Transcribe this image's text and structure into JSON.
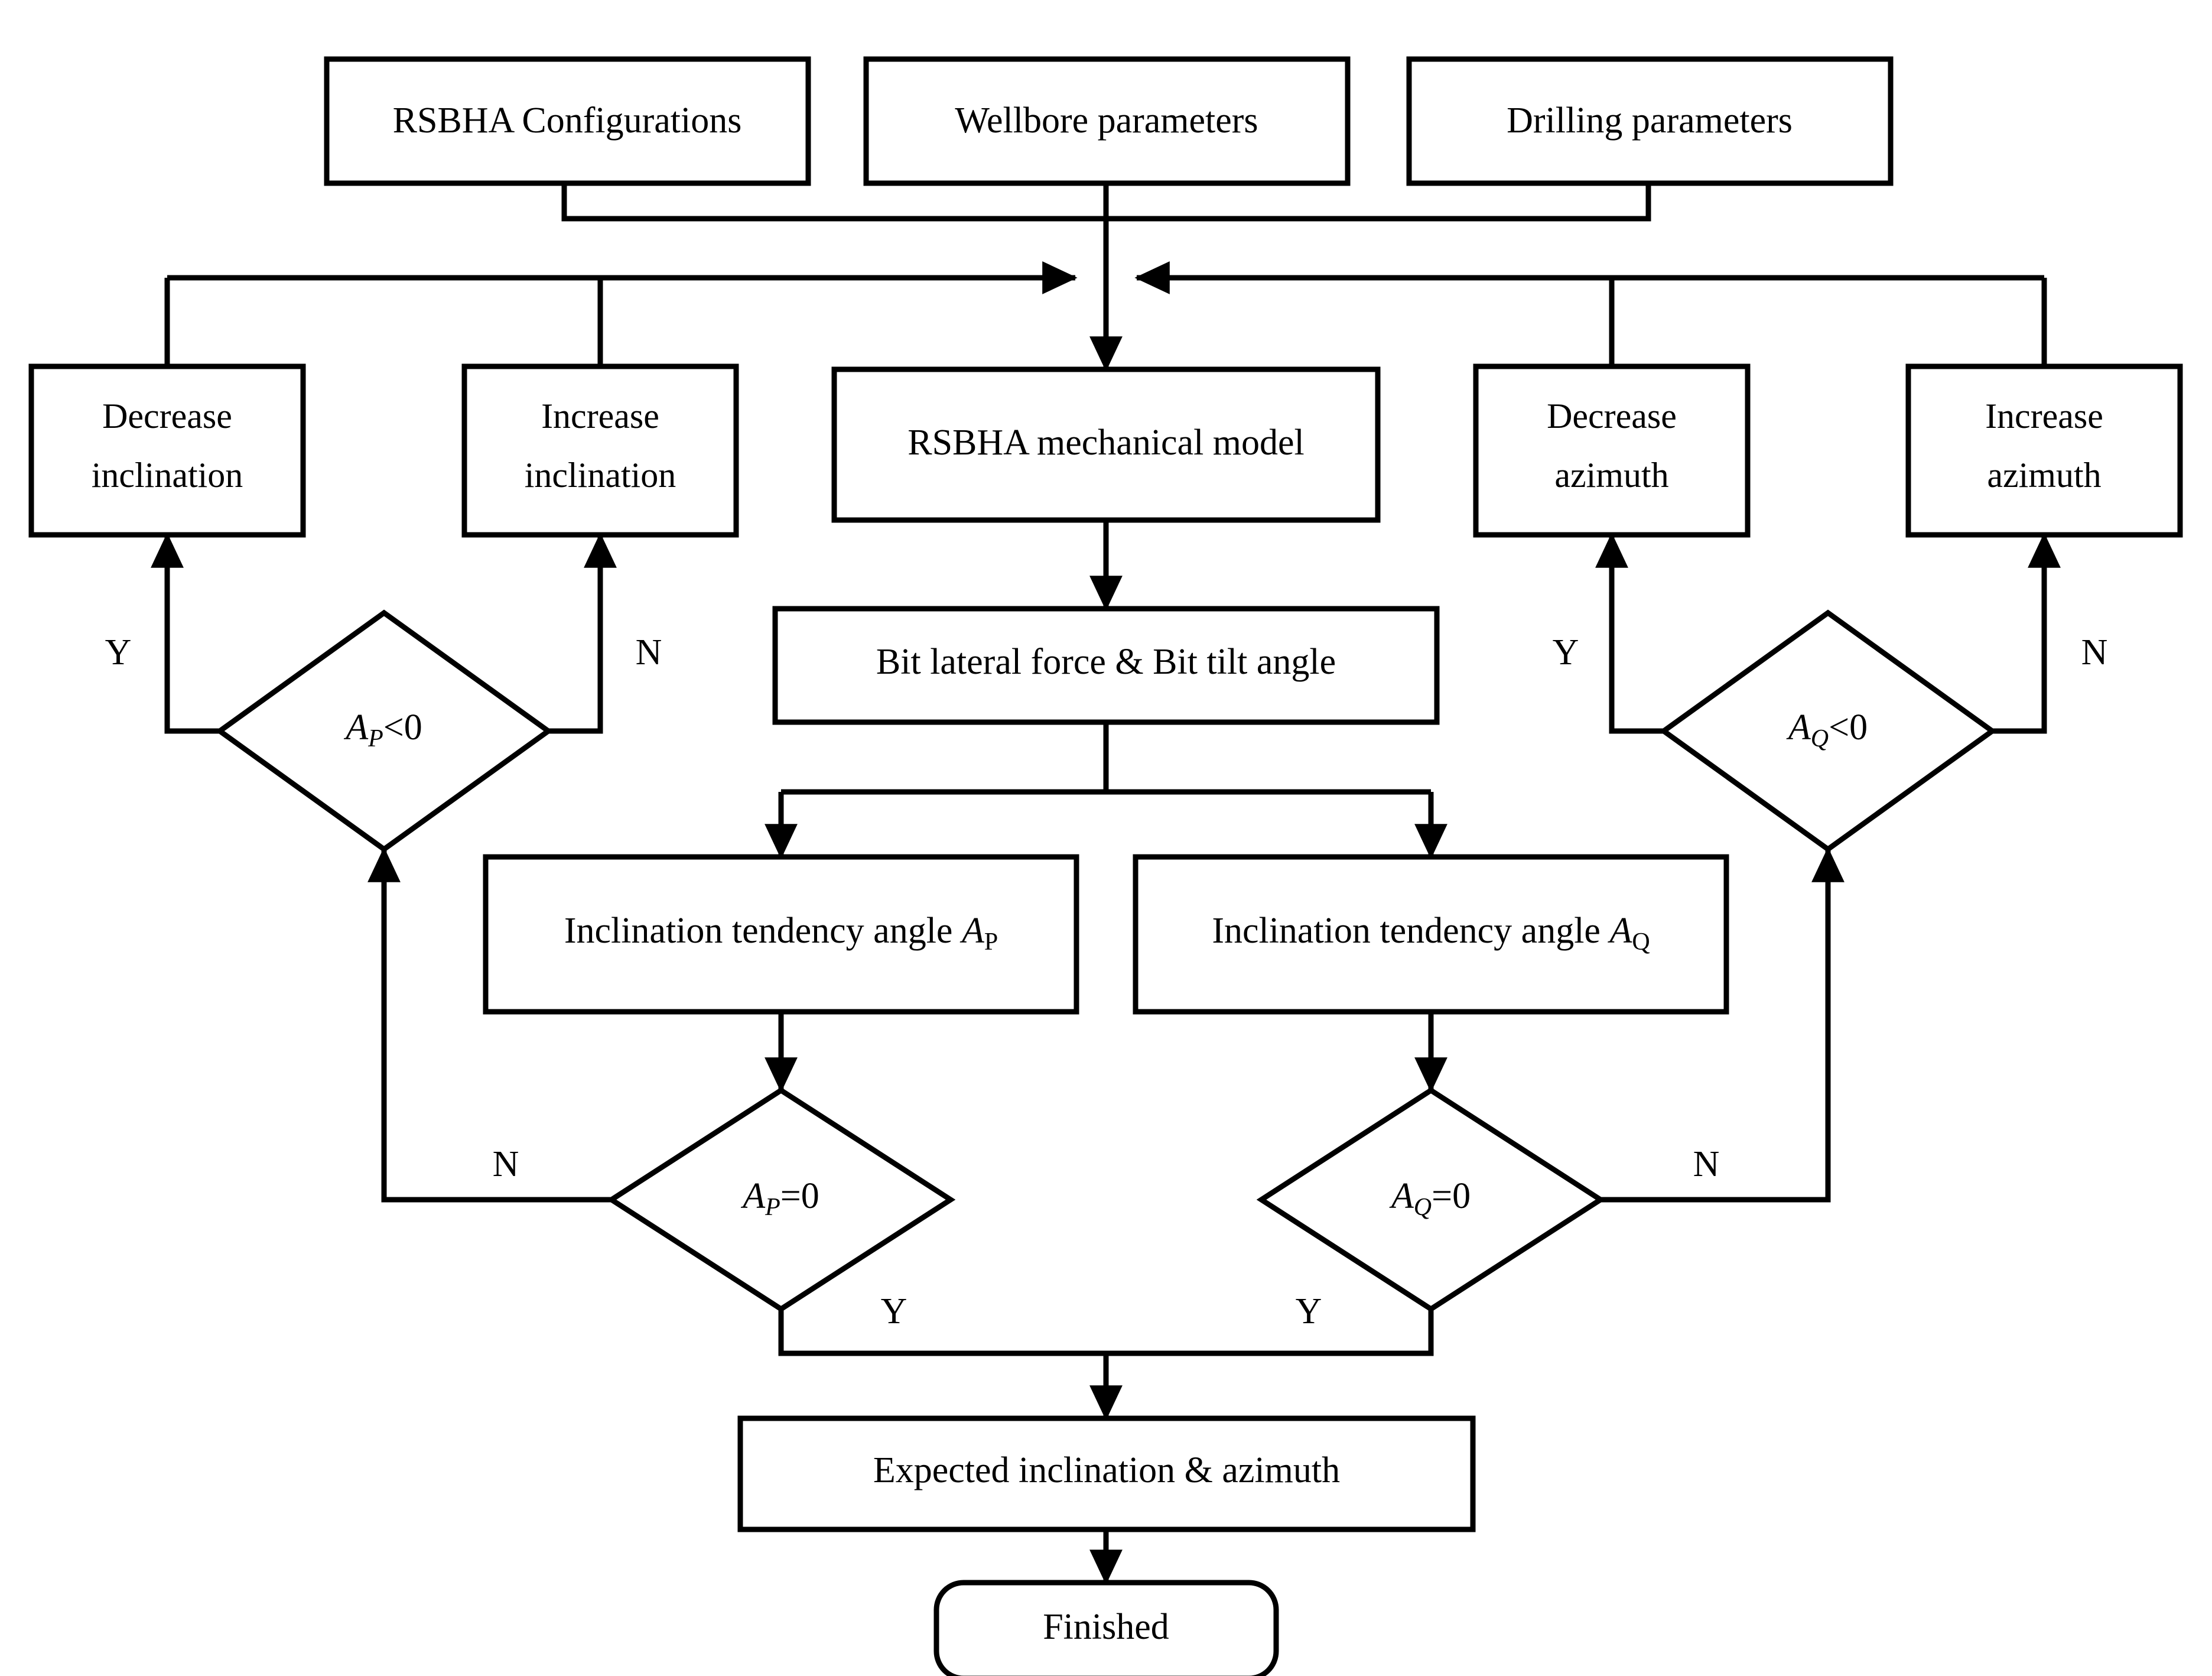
{
  "diagram": {
    "type": "flowchart",
    "title": "RSBHA inclination and azimuth prediction flowchart",
    "stroke_color": "#000000",
    "fill_color": "#ffffff",
    "background": "#ffffff",
    "nodes": {
      "rsbha_configurations": {
        "label": "RSBHA Configurations",
        "shape": "rect"
      },
      "wellbore_parameters": {
        "label": "Wellbore parameters",
        "shape": "rect"
      },
      "drilling_parameters": {
        "label": "Drilling parameters",
        "shape": "rect"
      },
      "decrease_inclination": {
        "line1": "Decrease",
        "line2": "inclination",
        "shape": "rect"
      },
      "increase_inclination": {
        "line1": "Increase",
        "line2": "inclination",
        "shape": "rect"
      },
      "decrease_azimuth": {
        "line1": "Decrease",
        "line2": "azimuth",
        "shape": "rect"
      },
      "increase_azimuth": {
        "line1": "Increase",
        "line2": "azimuth",
        "shape": "rect"
      },
      "mechanical_model": {
        "label": "RSBHA mechanical model",
        "shape": "rect"
      },
      "bit_force_tilt": {
        "label": "Bit lateral force & Bit tilt angle",
        "shape": "rect"
      },
      "tendency_p": {
        "label": "Inclination tendency angle",
        "symbol": "A",
        "subscript": "P",
        "shape": "rect"
      },
      "tendency_q": {
        "label": "Inclination tendency angle",
        "symbol": "A",
        "subscript": "Q",
        "shape": "rect"
      },
      "decision_p_lt0": {
        "symbol": "A",
        "subscript": "P",
        "operator": "<0",
        "shape": "diamond"
      },
      "decision_q_lt0": {
        "symbol": "A",
        "subscript": "Q",
        "operator": "<0",
        "shape": "diamond"
      },
      "decision_p_eq0": {
        "symbol": "A",
        "subscript": "P",
        "operator": "=0",
        "shape": "diamond"
      },
      "decision_q_eq0": {
        "symbol": "A",
        "subscript": "Q",
        "operator": "=0",
        "shape": "diamond"
      },
      "expected_result": {
        "label": "Expected inclination & azimuth",
        "shape": "rect"
      },
      "finished": {
        "label": "Finished",
        "shape": "rounded-rect"
      }
    },
    "branch_labels": {
      "p_lt0_yes": "Y",
      "p_lt0_no": "N",
      "q_lt0_yes": "Y",
      "q_lt0_no": "N",
      "p_eq0_no": "N",
      "p_eq0_yes": "Y",
      "q_eq0_no": "N",
      "q_eq0_yes": "Y"
    }
  }
}
